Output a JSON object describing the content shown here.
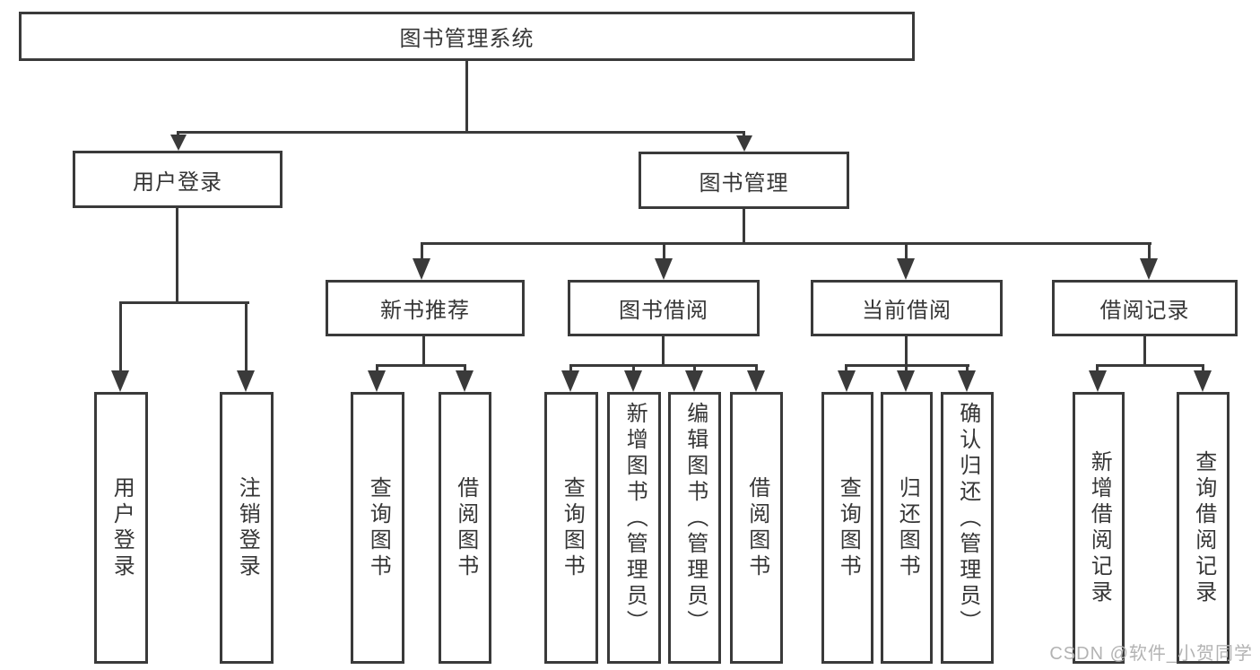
{
  "diagram": {
    "root": {
      "label": "图书管理系统"
    },
    "level2": {
      "user_login": {
        "label": "用户登录"
      },
      "book_mgmt": {
        "label": "图书管理"
      }
    },
    "level3": {
      "new_books": {
        "label": "新书推荐"
      },
      "borrow": {
        "label": "图书借阅"
      },
      "current": {
        "label": "当前借阅"
      },
      "records": {
        "label": "借阅记录"
      }
    },
    "leaves": {
      "g1": [
        "用户登录",
        "注销登录"
      ],
      "g2": [
        "查询图书",
        "借阅图书"
      ],
      "g3": [
        "查询图书",
        "新增图书（管理员）",
        "编辑图书（管理员）",
        "借阅图书"
      ],
      "g4": [
        "查询图书",
        "归还图书",
        "确认归还（管理员）"
      ],
      "g5": [
        "新增借阅记录",
        "查询借阅记录"
      ]
    }
  },
  "watermark": {
    "text": "CSDN @软件_小贺同学"
  },
  "colors": {
    "line": "#3a3a3a",
    "text": "#363636",
    "watermark": "#b3b3b3",
    "background": "#ffffff"
  }
}
